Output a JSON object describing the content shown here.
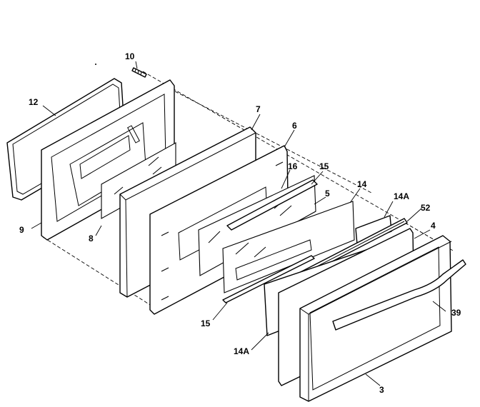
{
  "diagram": {
    "callouts": {
      "c10": "10",
      "c12": "12",
      "c9": "9",
      "c8": "8",
      "c7": "7",
      "c6": "6",
      "c16": "16",
      "c15_top": "15",
      "c15_bottom": "15",
      "c5": "5",
      "c14": "14",
      "c14a_top": "14A",
      "c14a_bottom": "14A",
      "c52": "52",
      "c4": "4",
      "c39": "39",
      "c3": "3"
    }
  }
}
